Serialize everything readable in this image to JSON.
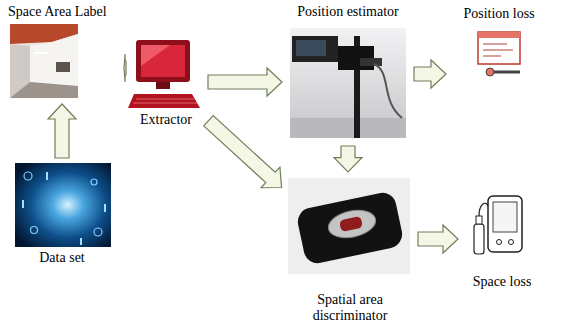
{
  "diagram": {
    "nodes": [
      {
        "text": [
          "Space Area Label"
        ]
      },
      {
        "text": [
          "Extractor"
        ]
      },
      {
        "text": [
          "Position estimator"
        ]
      },
      {
        "text": [
          "Position loss"
        ]
      },
      {
        "text": [
          "Data set"
        ]
      },
      {
        "text": [
          "Spatial area discriminator"
        ]
      },
      {
        "text": [
          "Space loss"
        ]
      }
    ],
    "edges": [
      {
        "from": 4,
        "to": 0,
        "arrow": "to"
      },
      {
        "from": 0,
        "to": 1,
        "arrow": "to"
      },
      {
        "from": 1,
        "to": 2,
        "arrow": "to"
      },
      {
        "from": 2,
        "to": 3,
        "arrow": "to"
      },
      {
        "from": 2,
        "to": 5,
        "arrow": "to"
      },
      {
        "from": 1,
        "to": 5,
        "arrow": "to"
      },
      {
        "from": 5,
        "to": 6,
        "arrow": "to"
      }
    ]
  }
}
